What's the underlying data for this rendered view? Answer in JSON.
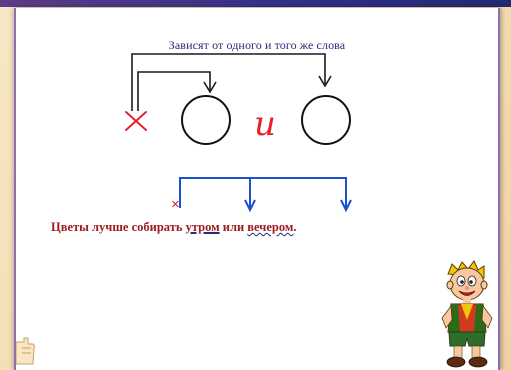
{
  "slide": {
    "heading": "Зависят от одного и того же слова",
    "connector_word": "и",
    "member_mark": "×",
    "sentence": {
      "part1": "Цветы лучше собирать ",
      "word1": "утром",
      "part2": " или ",
      "word2": "вечером",
      "part3": "."
    }
  },
  "colors": {
    "window_top_bar": "#2d2f87",
    "page_background": "#f5e2bd",
    "heading_text": "#2a2a7a",
    "cross_mark": "#e0242a",
    "connector_word": "#e0242a",
    "sentence_text": "#9e1b22",
    "scheme_lines": "#1a4fd6"
  },
  "icons": {
    "corner": "pointing-hand-icon",
    "character": "cartoon-boy-icon"
  }
}
